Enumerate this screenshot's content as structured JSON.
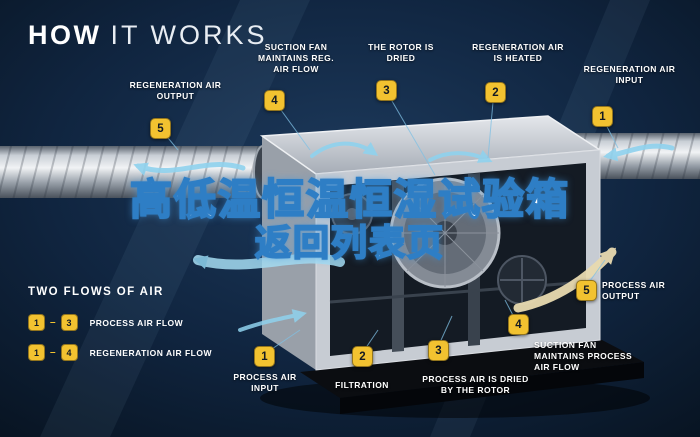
{
  "title": {
    "bold": "HOW",
    "light": "IT WORKS"
  },
  "watermark": {
    "line1": "高低温恒温恒湿试验箱",
    "line2": "返回列表页"
  },
  "legend": {
    "title": "TWO FLOWS OF AIR",
    "rows": [
      {
        "from": "1",
        "dash": "–",
        "to": "3",
        "label": "PROCESS AIR FLOW"
      },
      {
        "from": "1",
        "dash": "–",
        "to": "4",
        "label": "REGENERATION AIR FLOW"
      }
    ]
  },
  "callouts": {
    "reg_output": {
      "num": "5",
      "text": "REGENERATION AIR OUTPUT"
    },
    "suction_reg": {
      "num": "4",
      "text": "SUCTION FAN MAINTAINS REG. AIR FLOW"
    },
    "rotor_dried": {
      "num": "3",
      "text": "THE ROTOR IS DRIED"
    },
    "reg_heated": {
      "num": "2",
      "text": "REGENERATION AIR IS HEATED"
    },
    "reg_input": {
      "num": "1",
      "text": "REGENERATION AIR INPUT"
    },
    "proc_input": {
      "num": "1",
      "text": "PROCESS AIR INPUT"
    },
    "filtration": {
      "num": "2",
      "text": "FILTRATION"
    },
    "proc_dried": {
      "num": "3",
      "text": "PROCESS AIR IS DRIED BY THE ROTOR"
    },
    "suction_proc": {
      "num": "4",
      "text": "SUCTION FAN MAINTAINS PROCESS AIR FLOW"
    },
    "proc_output": {
      "num": "5",
      "text": "PROCESS AIR OUTPUT"
    }
  },
  "colors": {
    "background": "#0B1726",
    "badge": "#F2C230",
    "arrow_blue": "#8FD2EE",
    "arrow_tan": "#E8DAB0",
    "watermark_stroke": "#2E7EC5"
  }
}
